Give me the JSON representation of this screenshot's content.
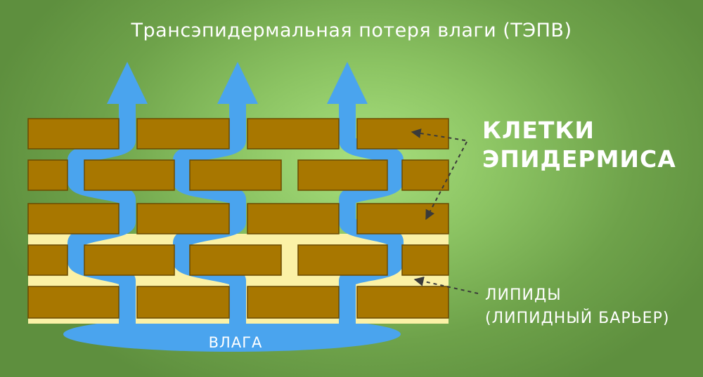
{
  "title": "Трансэпидермальная потеря влаги (ТЭПВ)",
  "labels": {
    "cells_line1": "КЛЕТКИ",
    "cells_line2": "ЭПИДЕРМИСА",
    "lipids_line1": "ЛИПИДЫ",
    "lipids_line2": "(ЛИПИДНЫЙ БАРЬЕР)",
    "moisture": "ВЛАГА"
  },
  "colors": {
    "brick": "#a87700",
    "brick_edge": "#6b4a00",
    "lipid": "#fbf1a6",
    "water": "#4aa4ee",
    "text": "#ffffff",
    "pointer": "#3a3a3a"
  }
}
